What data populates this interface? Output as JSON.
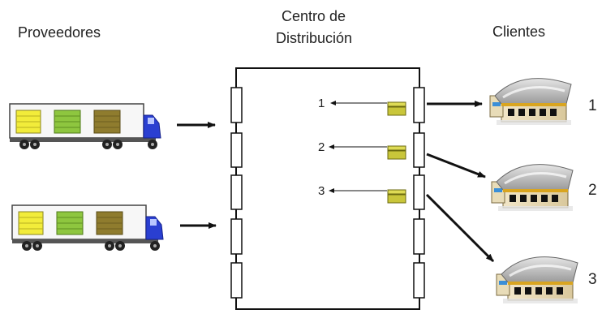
{
  "labels": {
    "suppliers": "Proveedores",
    "center_line1": "Centro de",
    "center_line2": "Distribución",
    "clients": "Clientes"
  },
  "dock_numbers": [
    "1",
    "2",
    "3"
  ],
  "client_numbers": [
    "1",
    "2",
    "3"
  ],
  "colors": {
    "cargo_yellow": "#f2ec3a",
    "cargo_green": "#8ec63f",
    "cargo_olive": "#8f7c2e",
    "cab_blue": "#2a3fd1",
    "package": "#c9c63a",
    "roof": "#a8a8a8"
  }
}
